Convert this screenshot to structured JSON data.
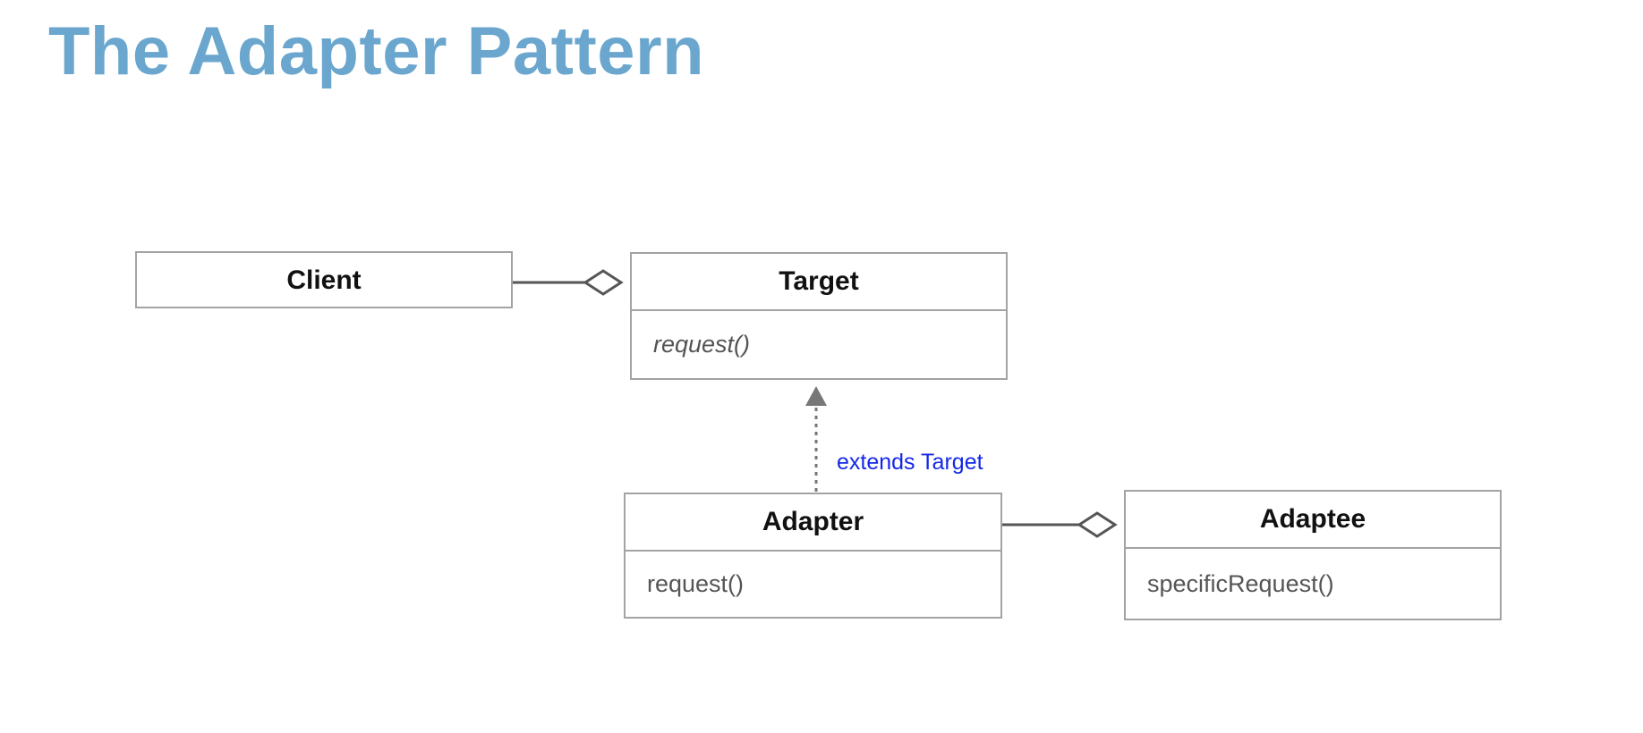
{
  "title": "The Adapter Pattern",
  "diagram": {
    "classes": {
      "client": {
        "name": "Client"
      },
      "target": {
        "name": "Target",
        "operation": "request()"
      },
      "adapter": {
        "name": "Adapter",
        "operation": "request()"
      },
      "adaptee": {
        "name": "Adaptee",
        "operation": "specificRequest()"
      }
    },
    "relations": {
      "client_target": {
        "kind": "aggregation"
      },
      "adapter_target": {
        "kind": "dependency",
        "label": "extends Target"
      },
      "adapter_adaptee": {
        "kind": "aggregation"
      }
    }
  },
  "colors": {
    "title": "#6aa6cd",
    "border": "#a3a3a3",
    "connector": "#555555",
    "label": "#1428e8"
  }
}
